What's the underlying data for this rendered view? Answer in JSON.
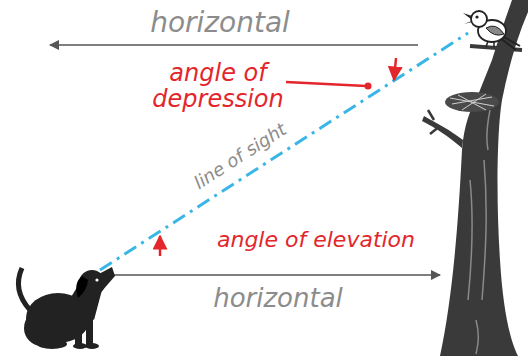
{
  "diagram": {
    "labels": [
      "horizontal",
      "angle of depression",
      "line of sight",
      "angle of elevation",
      "horizontal"
    ]
  }
}
